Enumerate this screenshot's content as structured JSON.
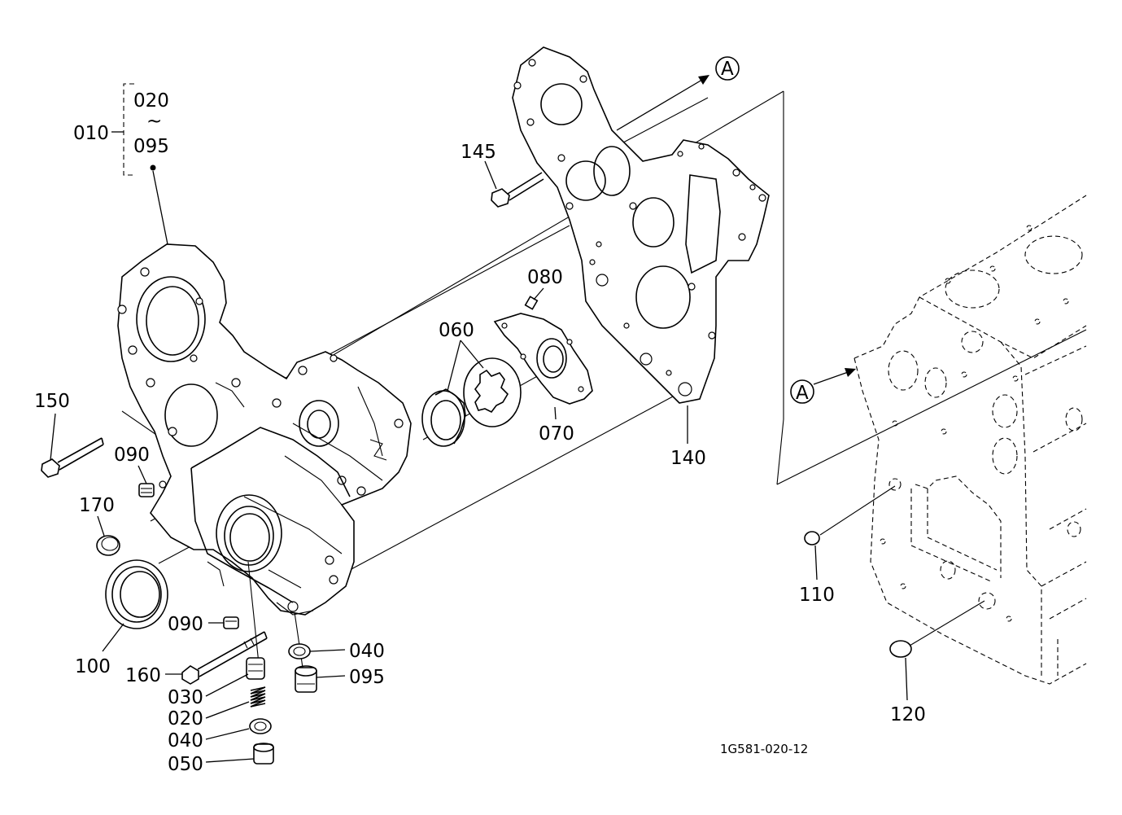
{
  "diagram": {
    "drawing_number": "1G581-020-12",
    "view_marker": "A",
    "assembly": {
      "number": "010",
      "range_start": "020",
      "range_symbol": "~",
      "range_end": "095"
    },
    "callouts": {
      "p145": "145",
      "p080": "080",
      "p060": "060",
      "p070": "070",
      "p140": "140",
      "p150": "150",
      "p090a": "090",
      "p170": "170",
      "p100": "100",
      "p090b": "090",
      "p160": "160",
      "p030": "030",
      "p020": "020",
      "p040a": "040",
      "p050": "050",
      "p040b": "040",
      "p095": "095",
      "p110": "110",
      "p120": "120"
    }
  }
}
